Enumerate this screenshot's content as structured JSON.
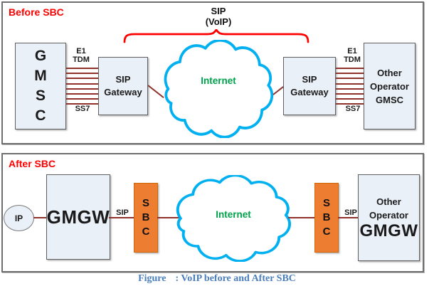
{
  "colors": {
    "panel_border": "#6e6e6e",
    "box_fill": "#eaf0f8",
    "box_border": "#5f5f5f",
    "tdm_line_red": "#8e322b",
    "label_red": "#ff0000",
    "brace_red": "#ff0000",
    "cloud_blue": "#00b0f0",
    "internet_green": "#00a14b",
    "sbc_orange": "#ed7d31",
    "caption_blue": "#4a7ebb"
  },
  "before": {
    "title": "Before SBC",
    "overbrace": {
      "line1": "SIP",
      "line2": "(VoIP)"
    },
    "gmsc": {
      "letters": [
        "G",
        "M",
        "S",
        "C"
      ]
    },
    "link": {
      "e1": "E1",
      "tdm": "TDM",
      "ss7": "SS7"
    },
    "gateway": {
      "line1": "SIP",
      "line2": "Gateway"
    },
    "internet": "Internet",
    "other": {
      "line1": "Other",
      "line2": "Operator",
      "line3": "GMSC"
    }
  },
  "after": {
    "title": "After SBC",
    "ip": "IP",
    "gmgw": "GMGW",
    "sip": "SIP",
    "sbc": {
      "letters": [
        "S",
        "B",
        "C"
      ]
    },
    "internet": "Internet",
    "other": {
      "line1": "Other",
      "line2": "Operator",
      "line3": "GMGW"
    }
  },
  "caption": {
    "prefix": "Figure",
    "rest": ": VoIP before and After SBC"
  }
}
